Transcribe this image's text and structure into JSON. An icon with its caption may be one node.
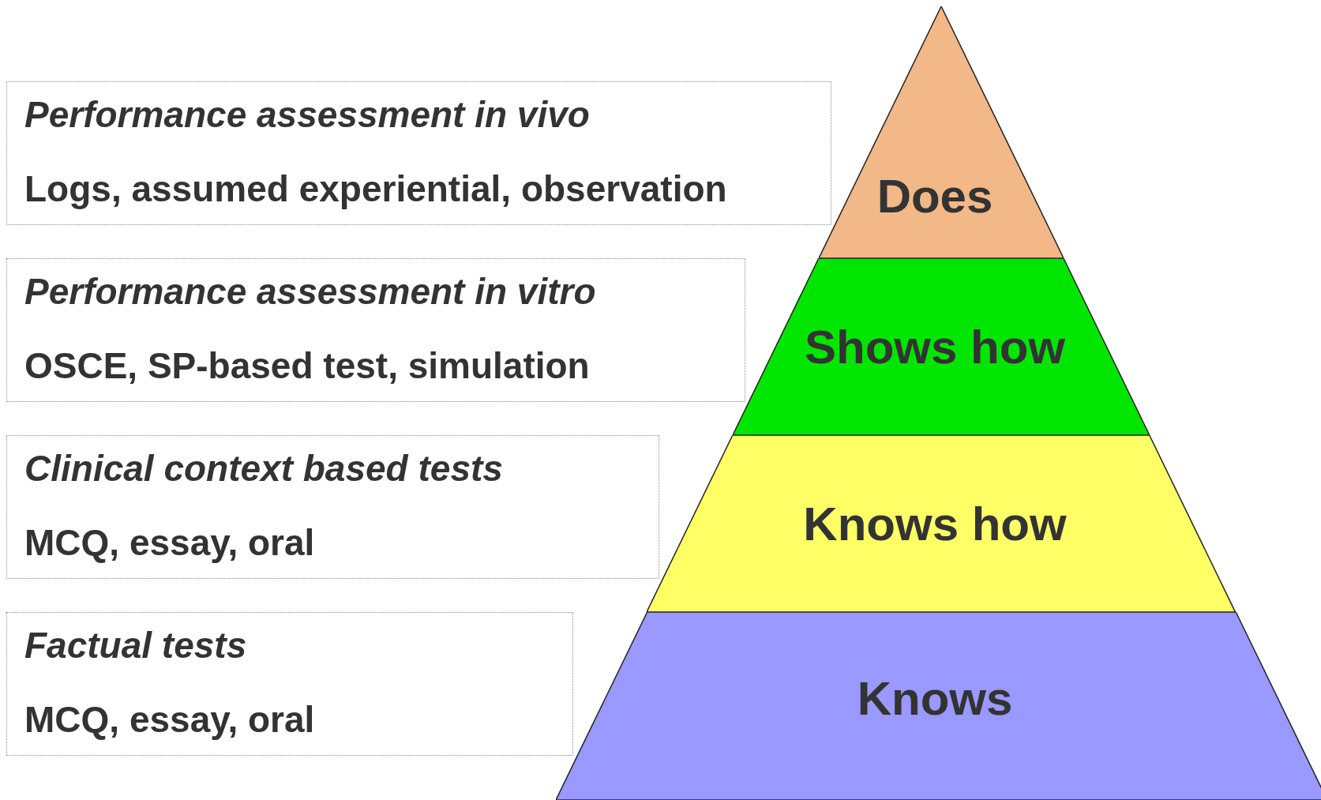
{
  "diagram": {
    "nodes": [
      {
        "text": [
          "Performance assessment in vivo",
          "Logs, assumed experiential, observation"
        ]
      },
      {
        "text": [
          "Performance assessment in vitro",
          "OSCE, SP-based test, simulation"
        ]
      },
      {
        "text": [
          "Clinical context based tests",
          "MCQ, essay, oral"
        ]
      },
      {
        "text": [
          "Factual tests",
          "MCQ, essay, oral"
        ]
      },
      {
        "text": [
          "Does"
        ]
      },
      {
        "text": [
          "Shows how"
        ]
      },
      {
        "text": [
          "Knows how"
        ]
      },
      {
        "text": [
          "Knows"
        ]
      }
    ]
  }
}
